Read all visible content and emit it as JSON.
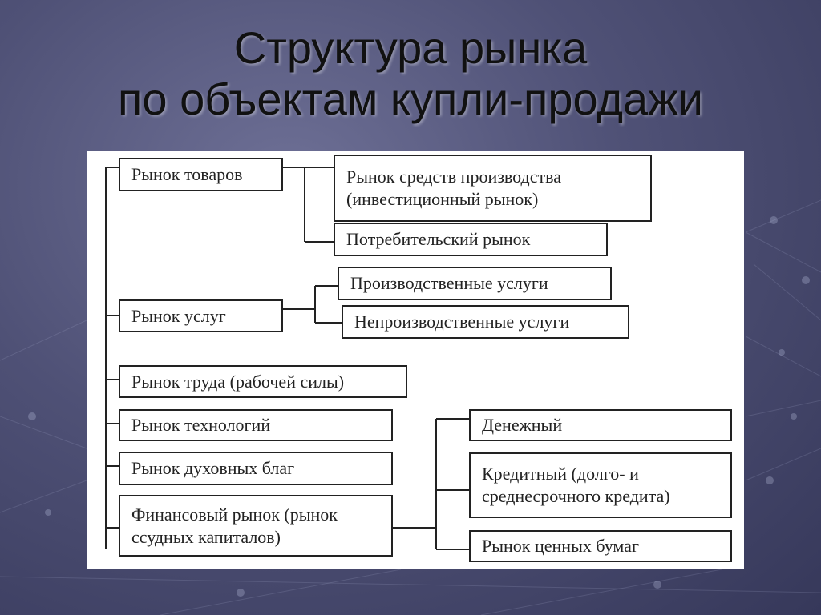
{
  "slide": {
    "title_line1": "Структура рынка",
    "title_line2": "по объектам купли-продажи"
  },
  "diagram": {
    "root": {
      "goods": {
        "label": "Рынок товаров",
        "children": [
          "Рынок средств производства (инвестиционный рынок)",
          "Потребительский рынок"
        ]
      },
      "services": {
        "label": "Рынок услуг",
        "children": [
          "Производственные услуги",
          "Непроизводственные услуги"
        ]
      },
      "labor": {
        "label": "Рынок труда (рабочей силы)"
      },
      "technology": {
        "label": "Рынок технологий"
      },
      "spiritual": {
        "label": "Рынок духовных благ"
      },
      "financial": {
        "label": "Финансовый рынок (рынок ссудных капиталов)",
        "children": [
          "Денежный",
          "Кредитный (долго- и среднесрочного кредита)",
          "Рынок ценных бумаг"
        ]
      }
    }
  }
}
